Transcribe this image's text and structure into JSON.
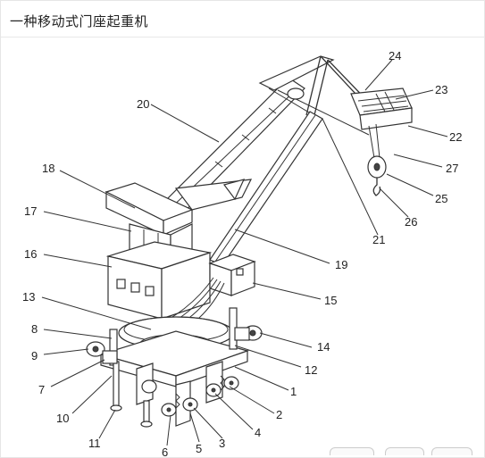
{
  "page": {
    "title": "一种移动式门座起重机"
  },
  "callouts": [
    {
      "num": "1"
    },
    {
      "num": "2"
    },
    {
      "num": "3"
    },
    {
      "num": "4"
    },
    {
      "num": "5"
    },
    {
      "num": "6"
    },
    {
      "num": "7"
    },
    {
      "num": "8"
    },
    {
      "num": "9"
    },
    {
      "num": "10"
    },
    {
      "num": "11"
    },
    {
      "num": "12"
    },
    {
      "num": "13"
    },
    {
      "num": "14"
    },
    {
      "num": "15"
    },
    {
      "num": "16"
    },
    {
      "num": "17"
    },
    {
      "num": "18"
    },
    {
      "num": "19"
    },
    {
      "num": "20"
    },
    {
      "num": "21"
    },
    {
      "num": "22"
    },
    {
      "num": "23"
    },
    {
      "num": "24"
    },
    {
      "num": "25"
    },
    {
      "num": "26"
    },
    {
      "num": "27"
    }
  ]
}
